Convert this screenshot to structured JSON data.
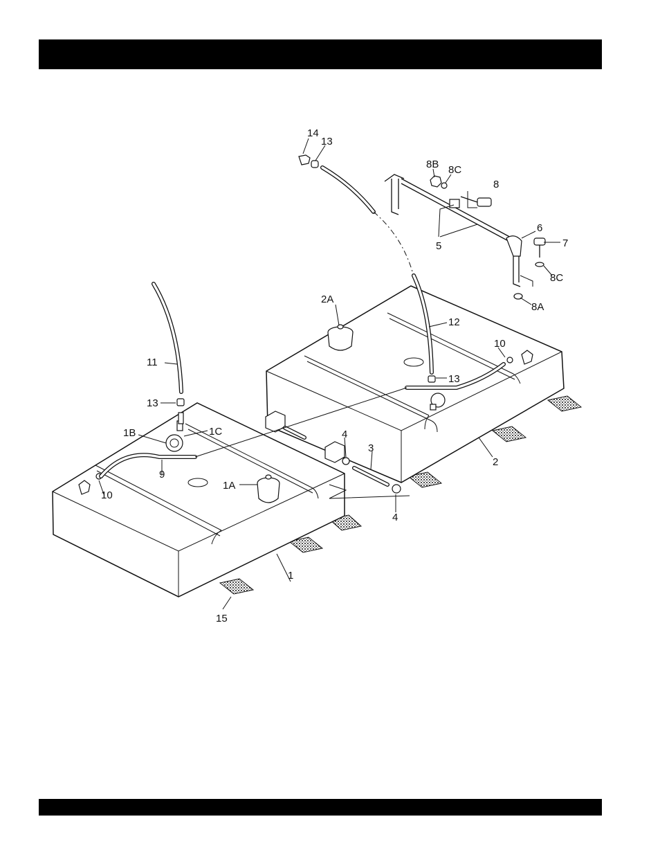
{
  "labels": {
    "l14": "14",
    "l13a": "13",
    "l8b": "8B",
    "l8ca": "8C",
    "l8": "8",
    "l6": "6",
    "l7": "7",
    "l5": "5",
    "l8cb": "8C",
    "l8a": "8A",
    "l2a": "2A",
    "l12": "12",
    "l10a": "10",
    "l13b": "13",
    "l11": "11",
    "l13c": "13",
    "l1b": "1B",
    "l1c": "1C",
    "l4a": "4",
    "l3": "3",
    "l2": "2",
    "l9": "9",
    "l1a": "1A",
    "l10b": "10",
    "l4b": "4",
    "l1": "1",
    "l15": "15"
  }
}
